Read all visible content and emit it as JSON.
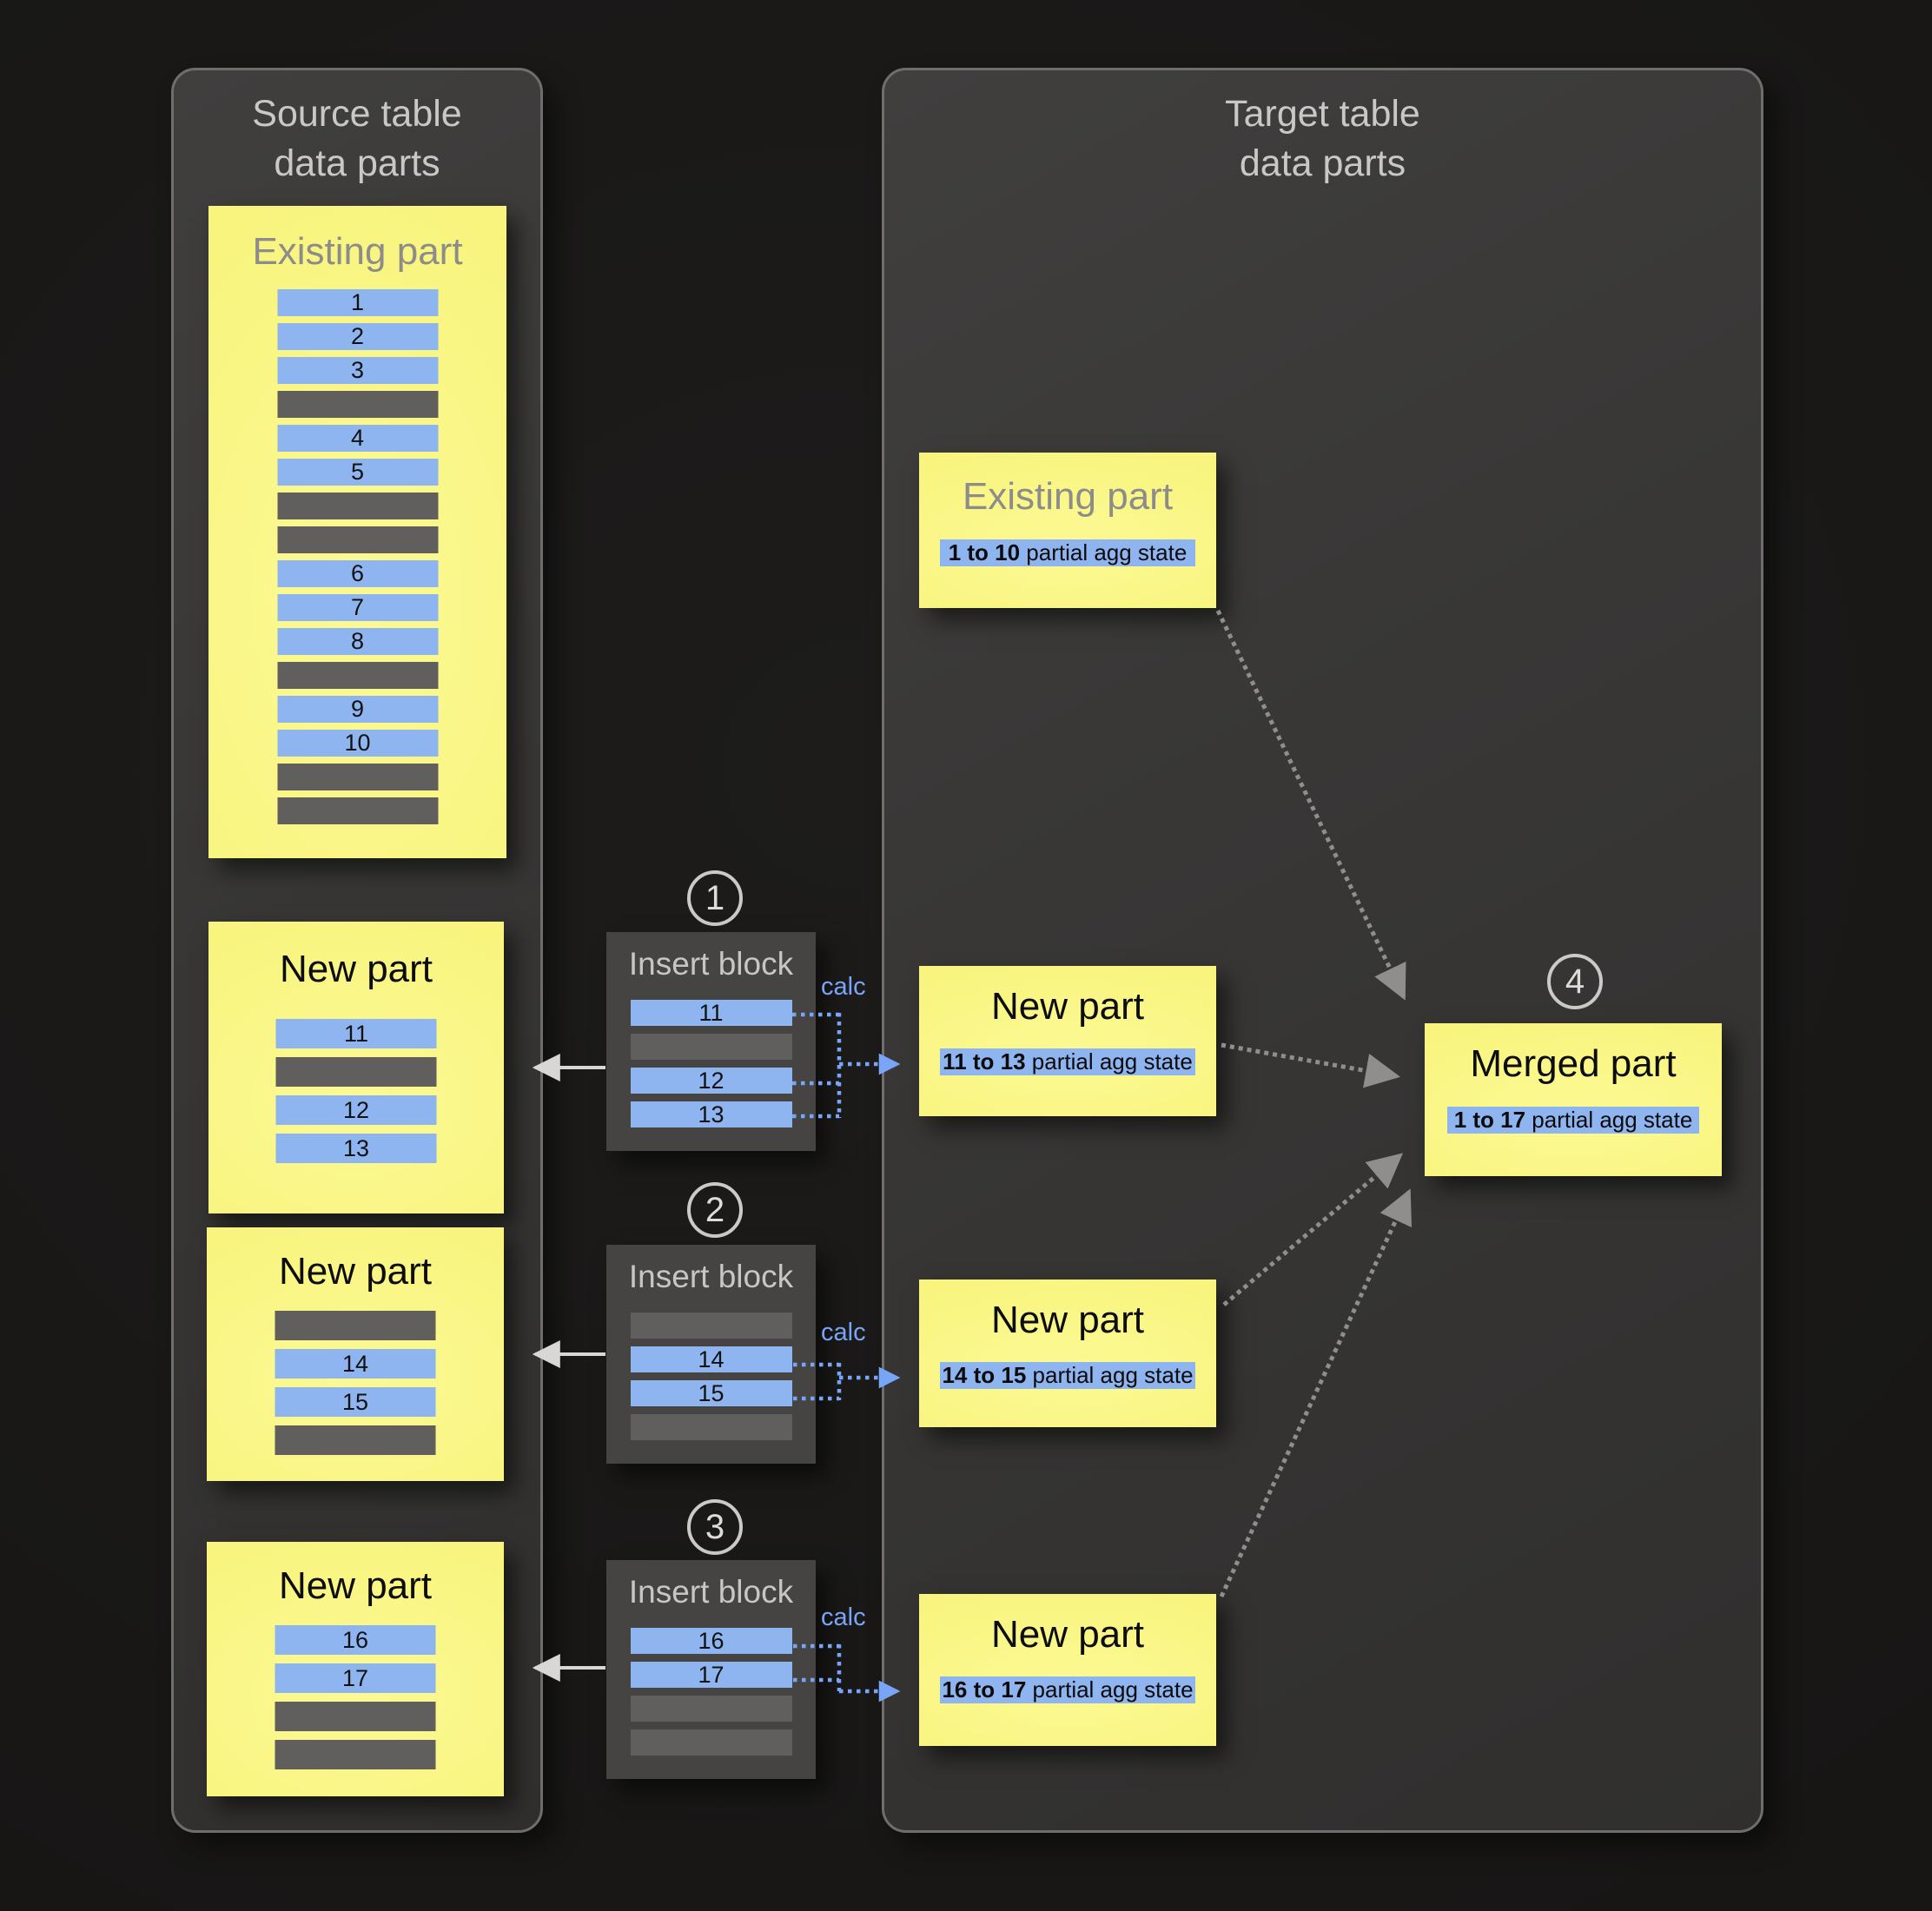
{
  "colors": {
    "background": "#161514",
    "panel_fill": "#383736",
    "panel_border": "#6f6e6d",
    "part_yellow": "#f8f47d",
    "row_blue": "#8fb5f0",
    "row_gray": "#615f5d",
    "calc_blue": "#79a5f7",
    "arrow_white": "#d8d7d5",
    "arrow_gray": "#8f8e8c",
    "muted_title_gray": "#8d8c8a",
    "panel_title_gray": "#c9c8c6"
  },
  "source_panel": {
    "title_line1": "Source table",
    "title_line2": "data parts",
    "existing_part": {
      "title": "Existing part",
      "rows": [
        "1",
        "2",
        "3",
        null,
        "4",
        "5",
        null,
        null,
        "6",
        "7",
        "8",
        null,
        "9",
        "10",
        null,
        null
      ]
    },
    "new_parts": [
      {
        "title": "New part",
        "rows": [
          "11",
          null,
          "12",
          "13"
        ]
      },
      {
        "title": "New part",
        "rows": [
          null,
          "14",
          "15",
          null
        ]
      },
      {
        "title": "New part",
        "rows": [
          "16",
          "17",
          null,
          null
        ]
      }
    ]
  },
  "insert_blocks": [
    {
      "badge": "1",
      "title": "Insert block",
      "calc_label": "calc",
      "rows": [
        "11",
        null,
        "12",
        "13"
      ]
    },
    {
      "badge": "2",
      "title": "Insert block",
      "calc_label": "calc",
      "rows": [
        null,
        "14",
        "15",
        null
      ]
    },
    {
      "badge": "3",
      "title": "Insert block",
      "calc_label": "calc",
      "rows": [
        "16",
        "17",
        null,
        null
      ]
    }
  ],
  "target_panel": {
    "title_line1": "Target table",
    "title_line2": "data parts",
    "existing_part": {
      "title": "Existing part",
      "agg_bold": "1 to 10",
      "agg_rest": " partial agg state"
    },
    "new_parts": [
      {
        "title": "New part",
        "agg_bold": "11 to 13",
        "agg_rest": " partial agg state"
      },
      {
        "title": "New part",
        "agg_bold": "14 to 15",
        "agg_rest": " partial agg state"
      },
      {
        "title": "New part",
        "agg_bold": "16 to 17",
        "agg_rest": " partial agg state"
      }
    ],
    "merged_part": {
      "badge": "4",
      "title": "Merged part",
      "agg_bold": "1 to 17",
      "agg_rest": " partial agg state"
    }
  }
}
